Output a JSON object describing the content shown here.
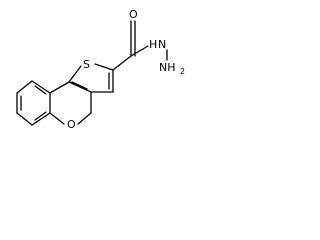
{
  "molecule": {
    "atoms": {
      "sulfur": "S",
      "carbonyl_oxygen": "O",
      "ring_oxygen": "O",
      "hydrazide_nh": "H",
      "hydrazide_nh_n": "N",
      "hydrazide_nh2": "NH",
      "hydrazide_nh2_subscript": "2"
    }
  },
  "colors": {
    "background": "#ffffff",
    "ink": "#000000"
  }
}
